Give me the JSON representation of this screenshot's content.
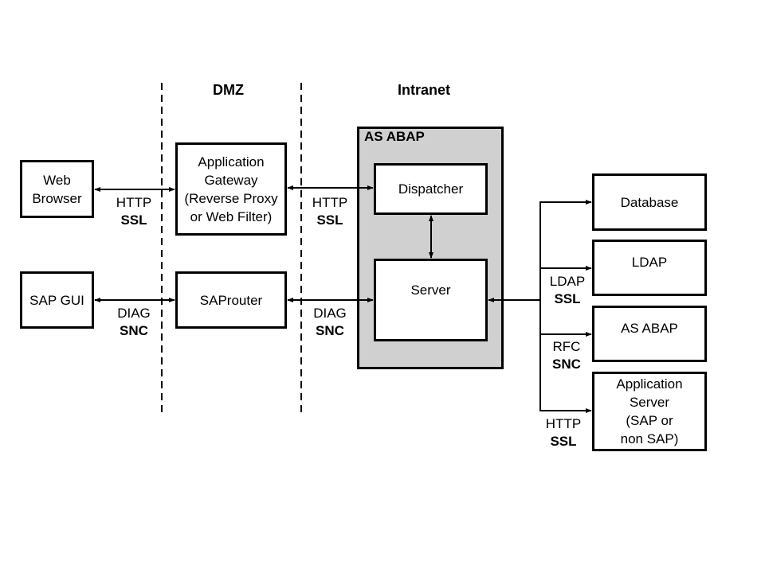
{
  "zones": {
    "dmz": "DMZ",
    "intranet": "Intranet"
  },
  "nodes": {
    "web_browser": "Web Browser",
    "sap_gui": "SAP GUI",
    "app_gateway": [
      "Application",
      "Gateway",
      "(Reverse Proxy",
      "or Web Filter)"
    ],
    "saprouter": "SAProuter",
    "as_abap_container": "AS ABAP",
    "dispatcher": "Dispatcher",
    "server": "Server",
    "database": "Database",
    "ldap": "LDAP",
    "as_abap_remote": "AS ABAP",
    "app_server": [
      "Application",
      "Server",
      "(SAP or",
      "non SAP)"
    ]
  },
  "connections": {
    "browser_gateway": {
      "protocol": "HTTP",
      "security": "SSL"
    },
    "gateway_dispatcher": {
      "protocol": "HTTP",
      "security": "SSL"
    },
    "sapgui_saprouter": {
      "protocol": "DIAG",
      "security": "SNC"
    },
    "saprouter_server": {
      "protocol": "DIAG",
      "security": "SNC"
    },
    "server_ldap": {
      "protocol": "LDAP",
      "security": "SSL"
    },
    "server_asabap": {
      "protocol": "RFC",
      "security": "SNC"
    },
    "server_appserver": {
      "protocol": "HTTP",
      "security": "SSL"
    }
  }
}
